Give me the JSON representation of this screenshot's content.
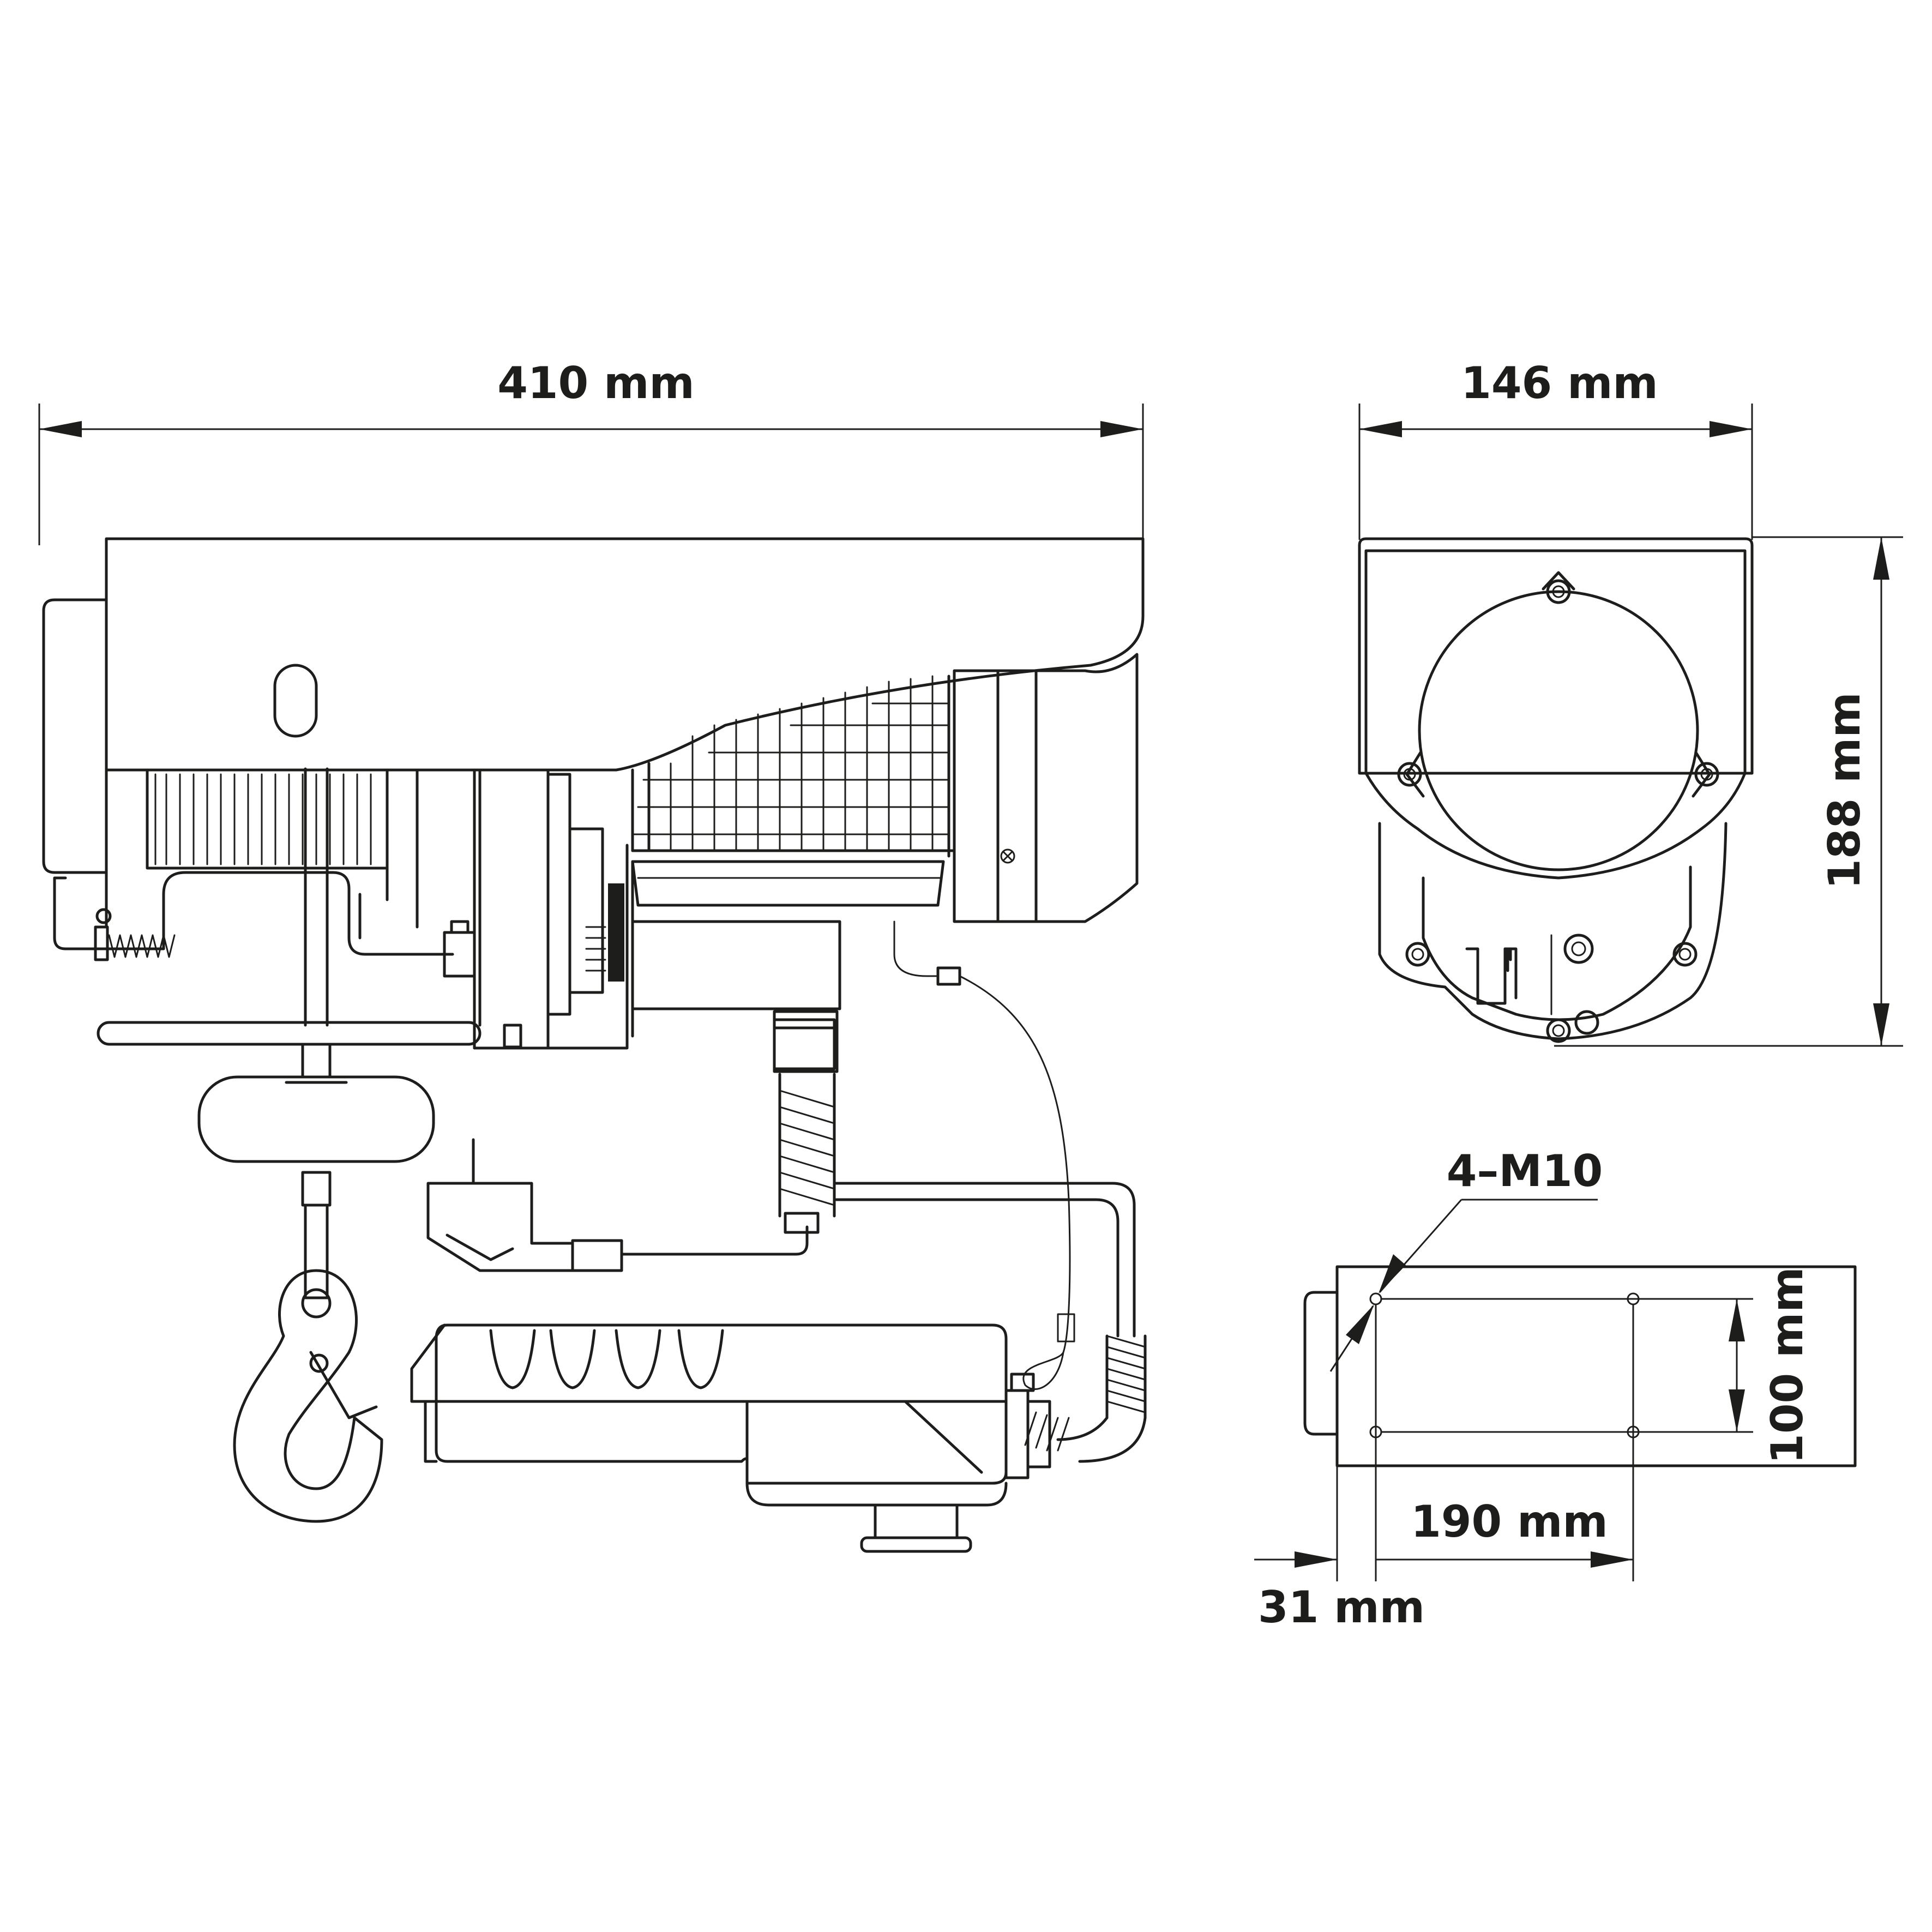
{
  "dimensions": {
    "length": "410 mm",
    "width": "146 mm",
    "height": "188 mm",
    "bolt_spec": "4–M10",
    "bolt_spacing_width": "100 mm",
    "bolt_spacing_length": "190 mm",
    "bolt_offset": "31 mm"
  }
}
